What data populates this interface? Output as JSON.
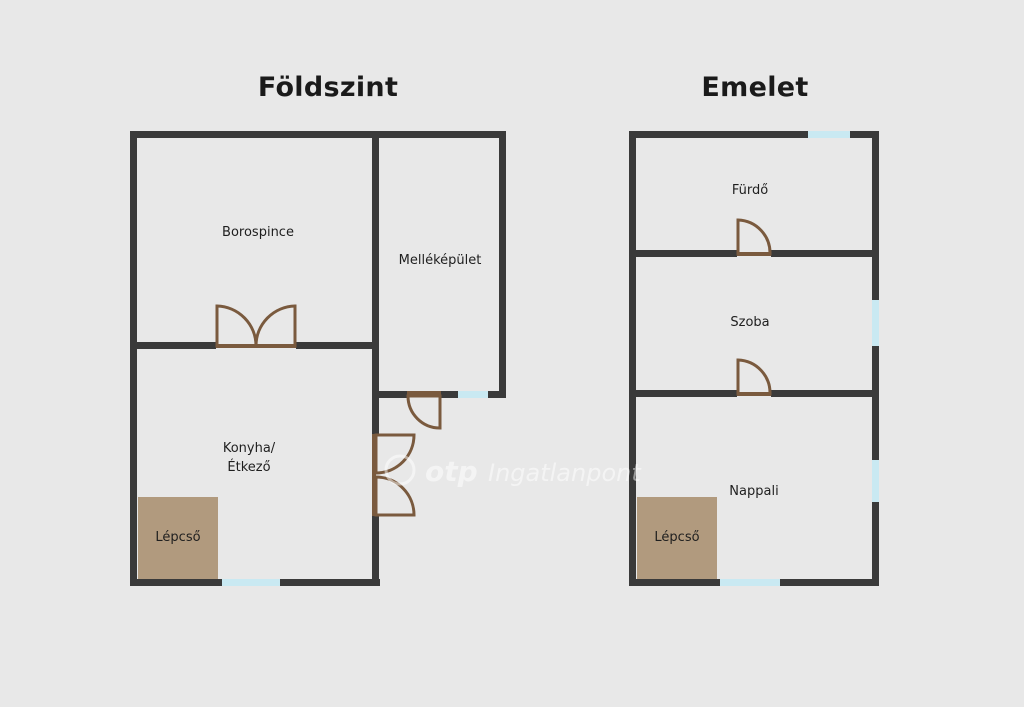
{
  "ground": {
    "title": "Földszint",
    "rooms": {
      "borospince": "Borospince",
      "mellekepulet": "Melléképület",
      "konyha_line1": "Konyha/",
      "konyha_line2": "Étkező",
      "lepcso": "Lépcső"
    }
  },
  "upper": {
    "title": "Emelet",
    "rooms": {
      "furdo": "Fürdő",
      "szoba": "Szoba",
      "nappali": "Nappali",
      "lepcso": "Lépcső"
    }
  },
  "watermark": {
    "brand": "otp",
    "text": "Ingatlanpont"
  },
  "colors": {
    "wall": "#3a3a3a",
    "window": "#c9e9f2",
    "door": "#7a5a3e",
    "stairs": "#b19a7e",
    "background": "#e8e8e8"
  }
}
